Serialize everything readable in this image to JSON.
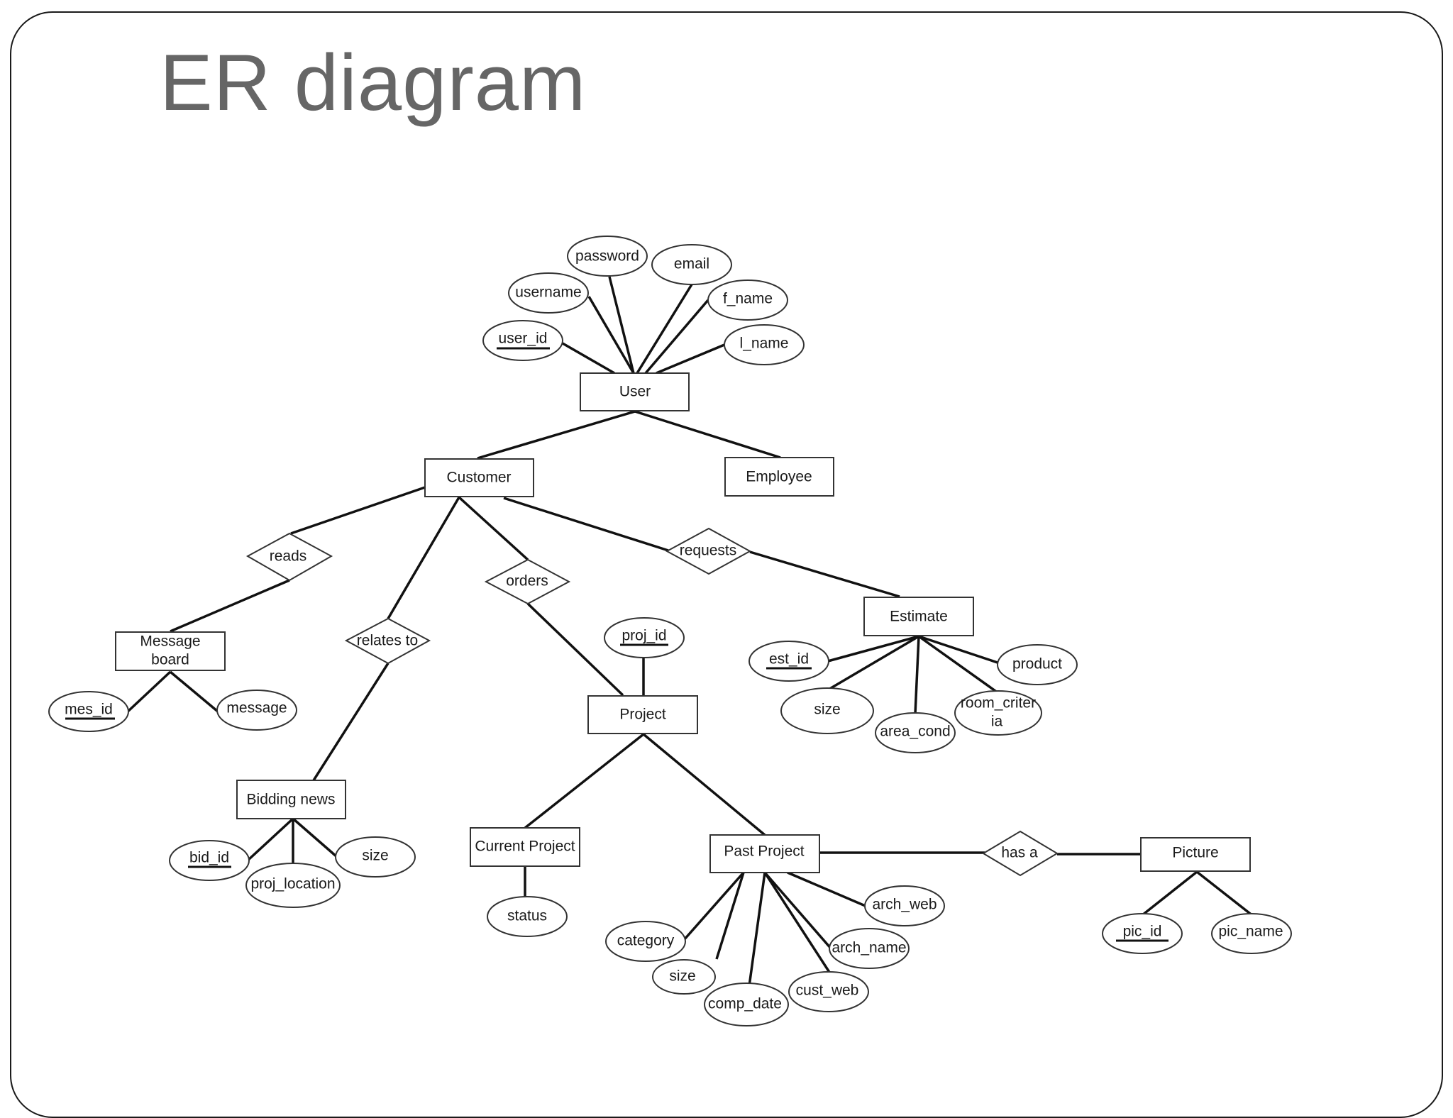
{
  "title": "ER diagram",
  "colors": {
    "title": "#666666",
    "stroke": "#111111",
    "frame": "#1a1a1a"
  },
  "entities": {
    "user": "User",
    "customer": "Customer",
    "employee": "Employee",
    "message_board": [
      "Message",
      "board"
    ],
    "bidding_news": "Bidding news",
    "project": "Project",
    "estimate": "Estimate",
    "current_project": "Current Project",
    "past_project": "Past Project",
    "picture": "Picture"
  },
  "relationships": {
    "reads": "reads",
    "relates_to": "relates to",
    "orders": "orders",
    "requests": "requests",
    "has_a": "has a"
  },
  "attributes": {
    "user": {
      "user_id": "user_id",
      "username": "username",
      "password": "password",
      "email": "email",
      "f_name": "f_name",
      "l_name": "l_name"
    },
    "message_board": {
      "mes_id": "mes_id",
      "message": "message"
    },
    "bidding_news": {
      "bid_id": "bid_id",
      "proj_location": "proj_location",
      "size": "size"
    },
    "project": {
      "proj_id": "proj_id"
    },
    "estimate": {
      "est_id": "est_id",
      "size": "size",
      "area_cond": "area_cond",
      "room_criteria": [
        "room_criter",
        "ia"
      ],
      "product": "product"
    },
    "current_project": {
      "status": "status"
    },
    "past_project": {
      "category": "category",
      "size": "size",
      "comp_date": "comp_date",
      "cust_web": "cust_web",
      "arch_name": "arch_name",
      "arch_web": "arch_web"
    },
    "picture": {
      "pic_id": "pic_id",
      "pic_name": "pic_name"
    }
  }
}
